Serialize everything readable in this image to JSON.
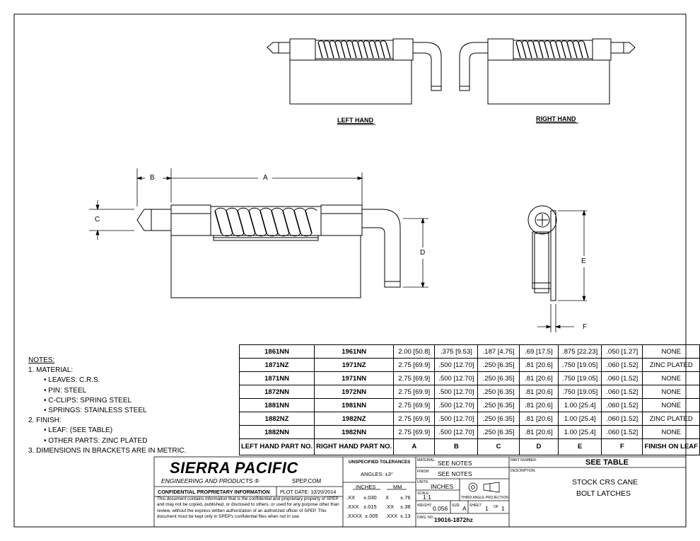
{
  "views": {
    "left_hand_label": "LEFT HAND",
    "right_hand_label": "RIGHT HAND"
  },
  "dimension_labels": {
    "a": "A",
    "b": "B",
    "c": "C",
    "d": "D",
    "e": "E",
    "f": "F"
  },
  "notes": {
    "title": "NOTES:",
    "n1": "1.   MATERIAL:",
    "n1a": "•     LEAVES: C.R.S.",
    "n1b": "•     PIN: STEEL",
    "n1c": "•     C-CLIPS: SPRING STEEL",
    "n1d": "•     SPRINGS: STAINLESS STEEL",
    "n2": "2.   FINISH:",
    "n2a": "•     LEAF: (SEE TABLE)",
    "n2b": "•     OTHER PARTS: ZINC PLATED",
    "n3": "3.   DIMENSIONS IN BRACKETS ARE IN METRIC."
  },
  "parts_table": {
    "headers": [
      "LEFT HAND PART NO.",
      "RIGHT HAND PART NO.",
      "A",
      "B",
      "C",
      "D",
      "E",
      "F",
      "FINISH ON LEAF"
    ],
    "rows": [
      [
        "1861NN",
        "1961NN",
        "2.00 [50.8]",
        ".375 [9.53]",
        ".187 [4.75]",
        ".69 [17.5]",
        ".875 [22.23]",
        ".050 [1.27]",
        "NONE"
      ],
      [
        "1871NZ",
        "1971NZ",
        "2.75 [69.9]",
        ".500 [12.70]",
        ".250 [6.35]",
        ".81 [20.6]",
        ".750 [19.05]",
        ".060 [1.52]",
        "ZINC PLATED"
      ],
      [
        "1871NN",
        "1971NN",
        "2.75 [69.9]",
        ".500 [12.70]",
        ".250 [6.35]",
        ".81 [20.6]",
        ".750 [19.05]",
        ".060 [1.52]",
        "NONE"
      ],
      [
        "1872NN",
        "1972NN",
        "2.75 [69.9]",
        ".500 [12.70]",
        ".250 [6.35]",
        ".81 [20.6]",
        ".750 [19.05]",
        ".060 [1.52]",
        "NONE"
      ],
      [
        "1881NN",
        "1981NN",
        "2.75 [69.9]",
        ".500 [12.70]",
        ".250 [6.35]",
        ".81 [20.6]",
        "1.00 [25.4]",
        ".060 [1.52]",
        "NONE"
      ],
      [
        "1882NZ",
        "1982NZ",
        "2.75 [69.9]",
        ".500 [12.70]",
        ".250 [6.35]",
        ".81 [20.6]",
        "1.00 [25.4]",
        ".060 [1.52]",
        "ZINC PLATED"
      ],
      [
        "1882NN",
        "1982NN",
        "2.75 [69.9]",
        ".500 [12.70]",
        ".250 [6.35]",
        ".81 [20.6]",
        "1.00 [25.4]",
        ".060 [1.52]",
        "NONE"
      ]
    ]
  },
  "title_block": {
    "company": "SIERRA PACIFIC",
    "company_sub": "ENGINEERING AND PRODUCTS",
    "registered": "®",
    "website": "SPEP.COM",
    "confidential_title": "CONFIDENTIAL PROPRIETARY INFORMATION",
    "plot_date": "PLOT DATE: 10/20/2014",
    "confidential_text": "This document contains information that is the confidential and proprietary property of SPEP and may not be copied, published, or disclosed to others, or used for any purpose other than review, without the express written authorization of an authorized officer of SPEP. This document must be kept only in SPEP's confidential files when not in use.",
    "tolerances_title": "UNSPECIFIED TOLERANCES",
    "angles": "ANGLES: ±3°",
    "inches_hdr": "INCHES",
    "mm_hdr": "MM",
    "tol_in": [
      ".XX",
      "±.030",
      ".XXX",
      "±.015",
      ".XXXX",
      "±.005"
    ],
    "tol_mm": [
      "X",
      "±.76",
      ".XX",
      "±.38",
      ".XXX",
      "±.13"
    ],
    "material_label": "MATERIAL:",
    "material_value": "SEE NOTES",
    "finish_label": "FINISH:",
    "finish_value": "SEE NOTES",
    "units_label": "UNITS:",
    "units_value": "INCHES",
    "scale_label": "SCALE:",
    "scale_value": "1:1",
    "projection": "THIRD ANGLE PROJECTION",
    "weight_label": "WEIGHT:",
    "weight_value": "0.056",
    "size_label": "SIZE",
    "size_value": "A",
    "sheet_label": "SHEET",
    "sheet_value": "1",
    "of_label": "OF",
    "of_value": "1",
    "dwg_label": "DWG. NO.",
    "dwg_value": "19016-1872hz",
    "partnumber_label": "PART NUMBER:",
    "partnumber_value": "SEE TABLE",
    "description_label": "DESCRIPTION:",
    "description_line1": "STOCK CRS CANE",
    "description_line2": "BOLT LATCHES"
  }
}
